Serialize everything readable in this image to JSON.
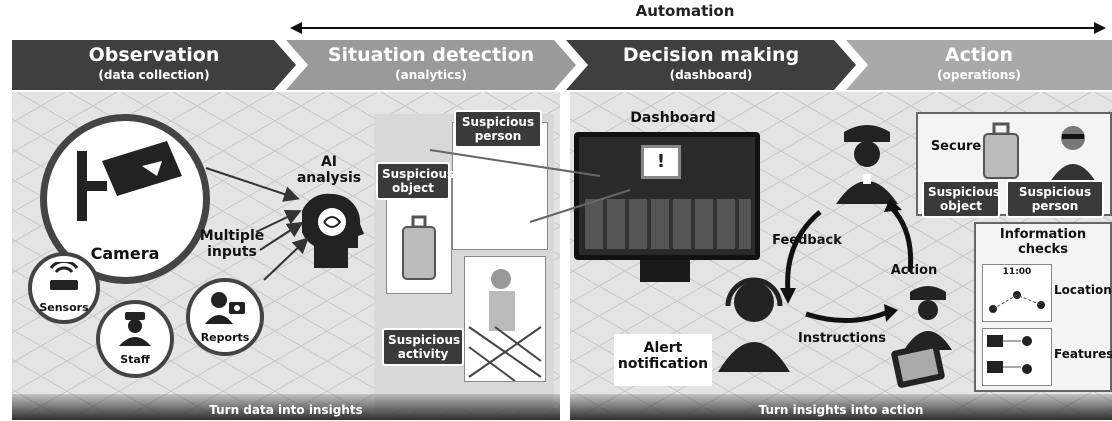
{
  "automation": {
    "label": "Automation"
  },
  "stages": [
    {
      "title": "Observation",
      "subtitle": "(data collection)"
    },
    {
      "title": "Situation detection",
      "subtitle": "(analytics)"
    },
    {
      "title": "Decision making",
      "subtitle": "(dashboard)"
    },
    {
      "title": "Action",
      "subtitle": "(operations)"
    }
  ],
  "left_panel": {
    "camera": "Camera",
    "sensors": "Sensors",
    "staff": "Staff",
    "reports": "Reports",
    "multiple_inputs": "Multiple inputs",
    "ai_analysis": "AI analysis",
    "suspicious_object": "Suspicious object",
    "suspicious_person": "Suspicious person",
    "suspicious_activity": "Suspicious activity",
    "footer": "Turn data into insights"
  },
  "right_panel": {
    "dashboard": "Dashboard",
    "alert": "Alert notification",
    "feedback": "Feedback",
    "action": "Action",
    "instructions": "Instructions",
    "secure": "Secure",
    "secure_object": "Suspicious object",
    "secure_person": "Suspicious person",
    "info_checks": "Information checks",
    "time": "11:00",
    "location": "Location",
    "features": "Features",
    "footer": "Turn insights into action"
  },
  "colors": {
    "chevron_dark": "#3f3f3f",
    "chevron_mid": "#8a8a8a",
    "chevron_light": "#a9a9a9"
  }
}
